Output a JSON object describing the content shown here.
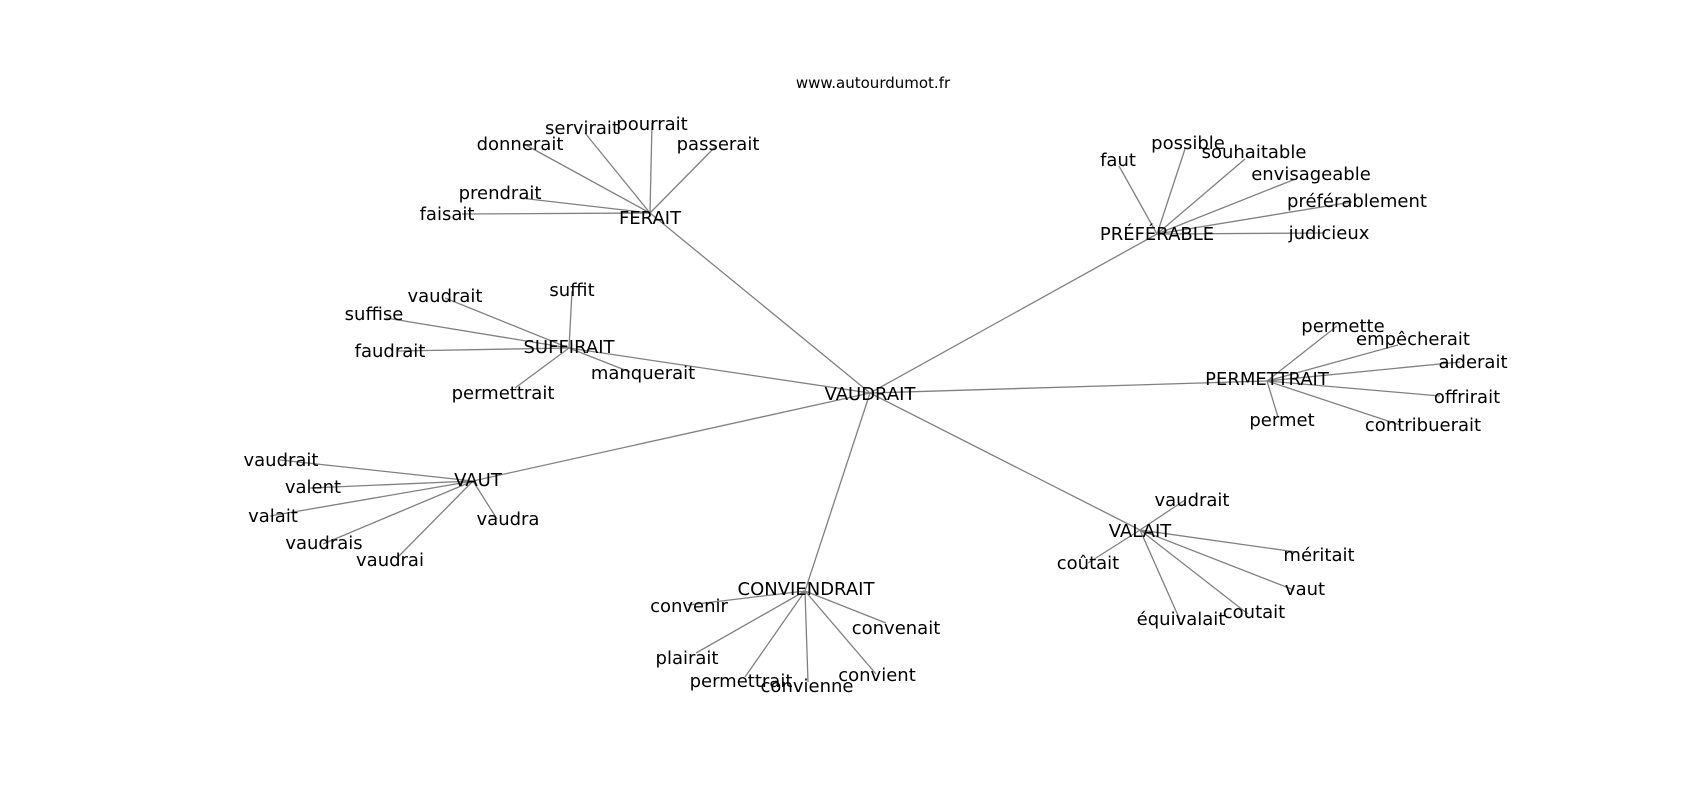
{
  "source": "www.autourdumot.fr",
  "edge_color": "#808080",
  "text_color": "#000000",
  "background": "#ffffff",
  "center": "VAUDRAIT",
  "clusters": [
    {
      "label": "FERAIT",
      "leaves": [
        "servirait",
        "pourrait",
        "donnerait",
        "passerait",
        "prendrait",
        "faisait"
      ]
    },
    {
      "label": "PRÉFÉRABLE",
      "leaves": [
        "possible",
        "faut",
        "souhaitable",
        "envisageable",
        "préférablement",
        "judicieux"
      ]
    },
    {
      "label": "SUFFIRAIT",
      "leaves": [
        "suffit",
        "vaudrait",
        "suffise",
        "faudrait",
        "manquerait",
        "permettrait"
      ]
    },
    {
      "label": "PERMETTRAIT",
      "leaves": [
        "permette",
        "empêcherait",
        "aiderait",
        "offrirait",
        "permet",
        "contribuerait"
      ]
    },
    {
      "label": "VAUT",
      "leaves": [
        "vaudrait",
        "valent",
        "valait",
        "vaudrais",
        "vaudrai",
        "vaudra"
      ]
    },
    {
      "label": "VALAIT",
      "leaves": [
        "vaudrait",
        "coûtait",
        "méritait",
        "vaut",
        "équivalait",
        "coutait"
      ]
    },
    {
      "label": "CONVIENDRAIT",
      "leaves": [
        "convenir",
        "convenait",
        "plairait",
        "permettrait",
        "convienne",
        "convient"
      ]
    }
  ]
}
